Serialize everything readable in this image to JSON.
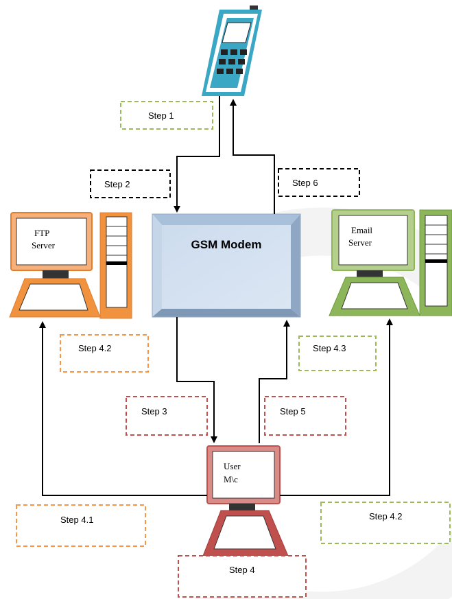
{
  "diagram": {
    "modem": {
      "label": "GSM Modem"
    },
    "ftp_server": {
      "label_line1": "FTP",
      "label_line2": "Server"
    },
    "email_server": {
      "label_line1": "Email",
      "label_line2": "Server"
    },
    "user_machine": {
      "label_line1": "User",
      "label_line2": "M\\c"
    },
    "steps": {
      "step1": "Step 1",
      "step2": "Step 2",
      "step3": "Step 3",
      "step4": "Step 4",
      "step4_1": "Step 4.1",
      "step4_2_left": "Step 4.2",
      "step4_2_right": "Step 4.2",
      "step4_3": "Step 4.3",
      "step5": "Step 5",
      "step6": "Step 6"
    }
  },
  "colors": {
    "orange": "#f0923e",
    "green": "#8db65a",
    "red": "#c0504d",
    "phone_blue": "#3aa7c4",
    "modem_blue": "#b8cde4",
    "dash_black": "#000000"
  }
}
